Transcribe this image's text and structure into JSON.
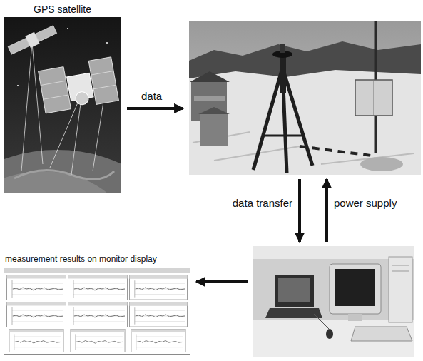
{
  "diagram": {
    "nodes": [
      {
        "text": [
          "GPS satellite"
        ]
      },
      {
        "text": []
      },
      {
        "text": []
      },
      {
        "text": [
          "measurement results on monitor display"
        ]
      }
    ],
    "edges": [
      {
        "from": 0,
        "to": 1,
        "label": "data",
        "arrow": "to"
      },
      {
        "from": 1,
        "to": 2,
        "label": "data transfer",
        "arrow": "to"
      },
      {
        "from": 2,
        "to": 1,
        "label": "power supply",
        "arrow": "to"
      },
      {
        "from": 2,
        "to": 3,
        "arrow": "to"
      }
    ]
  }
}
